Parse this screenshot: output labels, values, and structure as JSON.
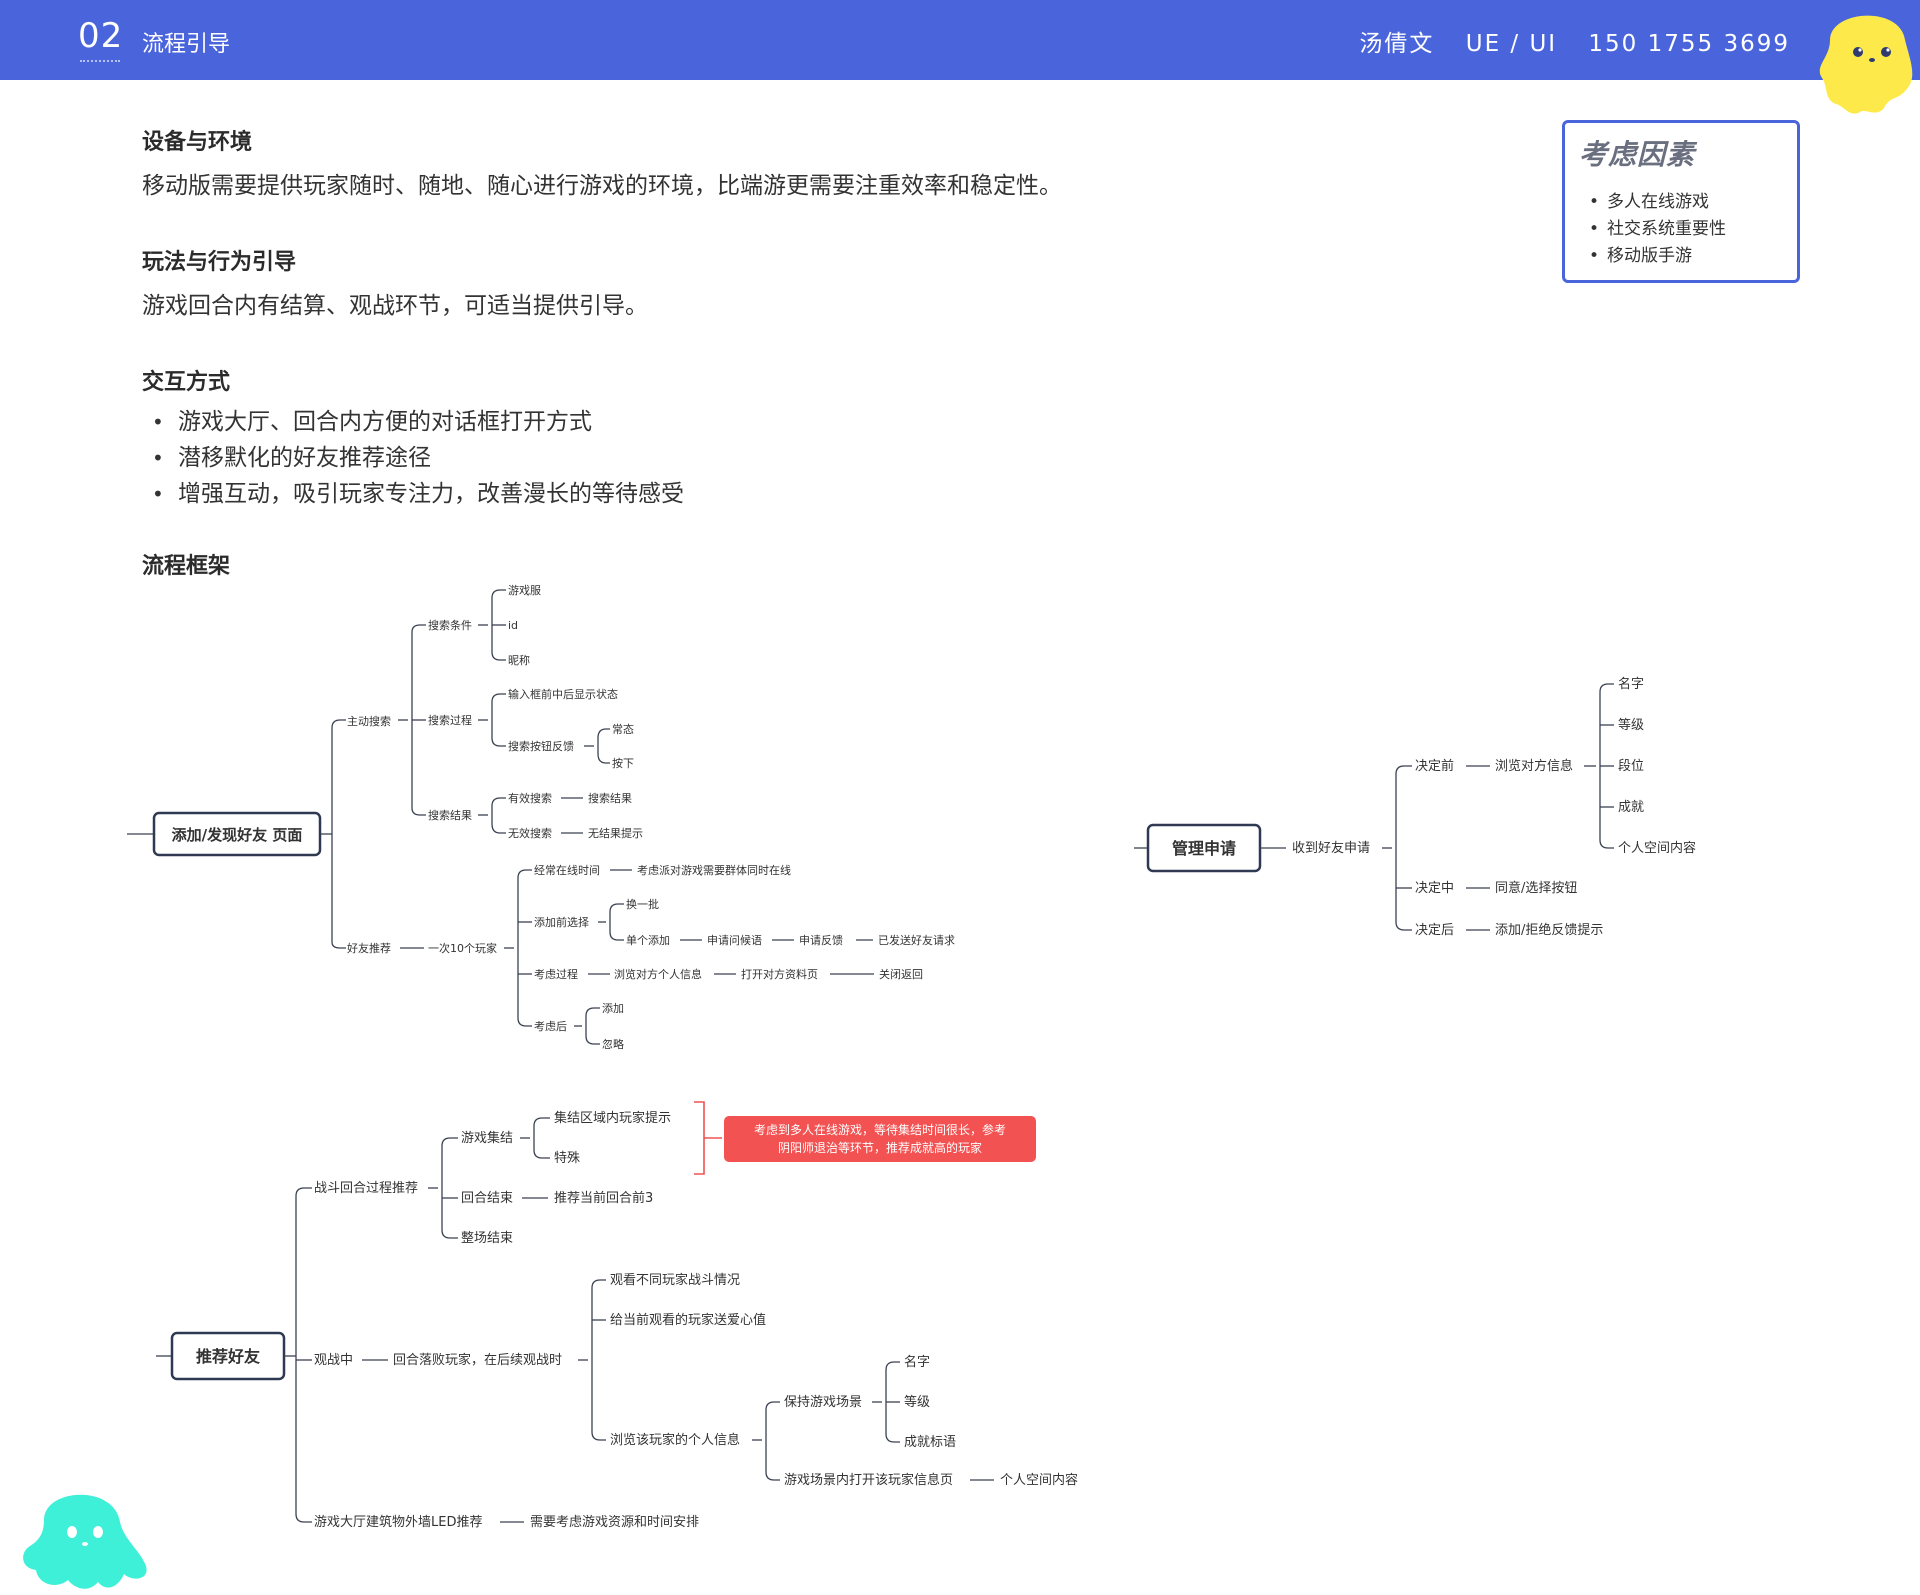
{
  "header": {
    "number": "02",
    "title": "流程引导",
    "author": "汤倩文",
    "role": "UE / UI",
    "phone": "150 1755 3699",
    "background": "#4a65dc"
  },
  "sections": {
    "device": {
      "title": "设备与环境",
      "body": "移动版需要提供玩家随时、随地、随心进行游戏的环境，比端游更需要注重效率和稳定性。"
    },
    "gameplay": {
      "title": "玩法与行为引导",
      "body": "游戏回合内有结算、观战环节，可适当提供引导。"
    },
    "interaction": {
      "title": "交互方式",
      "bullets": [
        "游戏大厅、回合内方便的对话框打开方式",
        "潜移默化的好友推荐途径",
        "增强互动，吸引玩家专注力，改善漫长的等待感受"
      ]
    },
    "framework": {
      "title": "流程框架"
    }
  },
  "factors": {
    "title": "考虑因素",
    "items": [
      "多人在线游戏",
      "社交系统重要性",
      "移动版手游"
    ],
    "border_color": "#4a65dc"
  },
  "diagram": {
    "node_color": "#2f3a52",
    "note_color": "#f25252",
    "tree1": {
      "root": "添加/发现好友 页面",
      "active_search": "主动搜索",
      "search_cond": "搜索条件",
      "cond_items": [
        "游戏服",
        "id",
        "昵称"
      ],
      "search_process": "搜索过程",
      "proc_input": "输入框前中后显示状态",
      "proc_btn": "搜索按钮反馈",
      "btn_states": [
        "常态",
        "按下"
      ],
      "search_result": "搜索结果",
      "valid": "有效搜索",
      "valid_result": "搜索结果",
      "invalid": "无效搜索",
      "invalid_result": "无结果提示",
      "recommend": "好友推荐",
      "ten_players": "一次10个玩家",
      "often_online": "经常在线时间",
      "often_note": "考虑派对游戏需要群体同时在线",
      "before_add": "添加前选择",
      "swap": "换一批",
      "single_add": "单个添加",
      "request_wait": "申请问候语",
      "request_feedback": "申请反馈",
      "sent": "已发送好友请求",
      "consider": "考虑过程",
      "browse_info": "浏览对方个人信息",
      "open_page": "打开对方资料页",
      "close_back": "关闭返回",
      "after": "考虑后",
      "after_items": [
        "添加",
        "忽略"
      ]
    },
    "tree2": {
      "root": "管理申请",
      "receive": "收到好友申请",
      "before": "决定前",
      "browse": "浏览对方信息",
      "info_items": [
        "名字",
        "等级",
        "段位",
        "成就",
        "个人空间内容"
      ],
      "during": "决定中",
      "during_item": "同意/选择按钮",
      "after": "决定后",
      "after_item": "添加/拒绝反馈提示"
    },
    "tree3": {
      "root": "推荐好友",
      "battle": "战斗回合过程推荐",
      "gather": "游戏集结",
      "gather_items": [
        "集结区域内玩家提示",
        "特殊"
      ],
      "note_lines": [
        "考虑到多人在线游戏，等待集结时间很长，参考",
        "阴阳师退治等环节，推荐成就高的玩家"
      ],
      "round_end": "回合结束",
      "round_top": "推荐当前回合前3",
      "match_end": "整场结束",
      "watch": "观战中",
      "watch_sub": "回合落败玩家，在后续观战时",
      "watch_items": [
        "观看不同玩家战斗情况",
        "给当前观看的玩家送爱心值"
      ],
      "browse_player": "浏览该玩家的个人信息",
      "keep_scene": "保持游戏场景",
      "keep_items": [
        "名字",
        "等级",
        "成就标语"
      ],
      "open_scene": "游戏场景内打开该玩家信息页",
      "space": "个人空间内容",
      "led": "游戏大厅建筑物外墙LED推荐",
      "led_note": "需要考虑游戏资源和时间安排"
    }
  }
}
